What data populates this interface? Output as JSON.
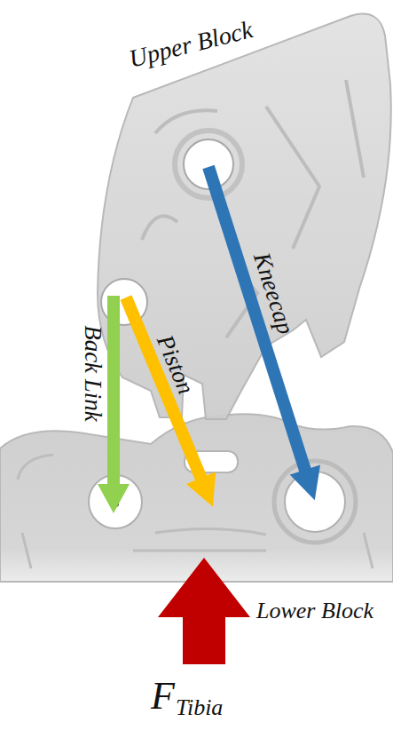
{
  "diagram": {
    "labels": [
      "Upper Block",
      "Back Link",
      "Piston",
      "Kneecap",
      "Lower Block",
      "F",
      "Tibia"
    ]
  }
}
